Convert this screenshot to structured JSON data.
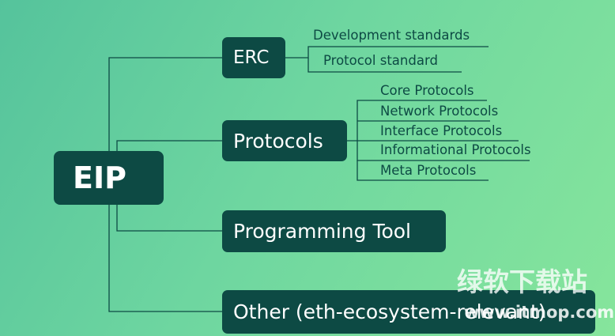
{
  "diagram": {
    "root": "EIP",
    "categories": [
      {
        "label": "ERC",
        "children": [
          "Development standards",
          "Protocol standard"
        ]
      },
      {
        "label": "Protocols",
        "children": [
          "Core Protocols",
          "Network Protocols",
          "Interface Protocols",
          "Informational Protocols",
          "Meta Protocols"
        ]
      },
      {
        "label": "Programming Tool",
        "children": []
      },
      {
        "label": "Other (eth-ecosystem-relevant)",
        "children": []
      }
    ],
    "colors": {
      "node_fill": "#0d4a44",
      "node_text": "#ffffff",
      "line": "#0d4a44",
      "leaf_text": "#0d4a44"
    }
  },
  "watermark": {
    "text": "绿软下载站",
    "url": "www.itmop.com"
  }
}
